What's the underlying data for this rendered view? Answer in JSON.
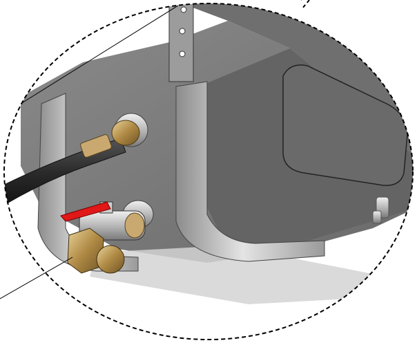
{
  "diagram": {
    "view": "detail-callout",
    "subject": "tank-bottom-drain-assembly",
    "parts": [
      "tank-body",
      "flange-frame",
      "bolt-bracket",
      "hose",
      "hose-fitting",
      "ball-valve",
      "valve-handle",
      "valve-outlet-nut",
      "side-nozzle",
      "floor-shadow"
    ],
    "colors": {
      "tank": "#7d7d7d",
      "tank_dark": "#5f5f5f",
      "frame": "#a9a9a9",
      "frame_light": "#d6d6d6",
      "hose": "#2e2e2e",
      "brass": "#b08a45",
      "brass_light": "#e0c98a",
      "chrome": "#c8c8c8",
      "handle": "#e01818",
      "shadow": "#d2d2d2",
      "outline": "#000000"
    }
  }
}
